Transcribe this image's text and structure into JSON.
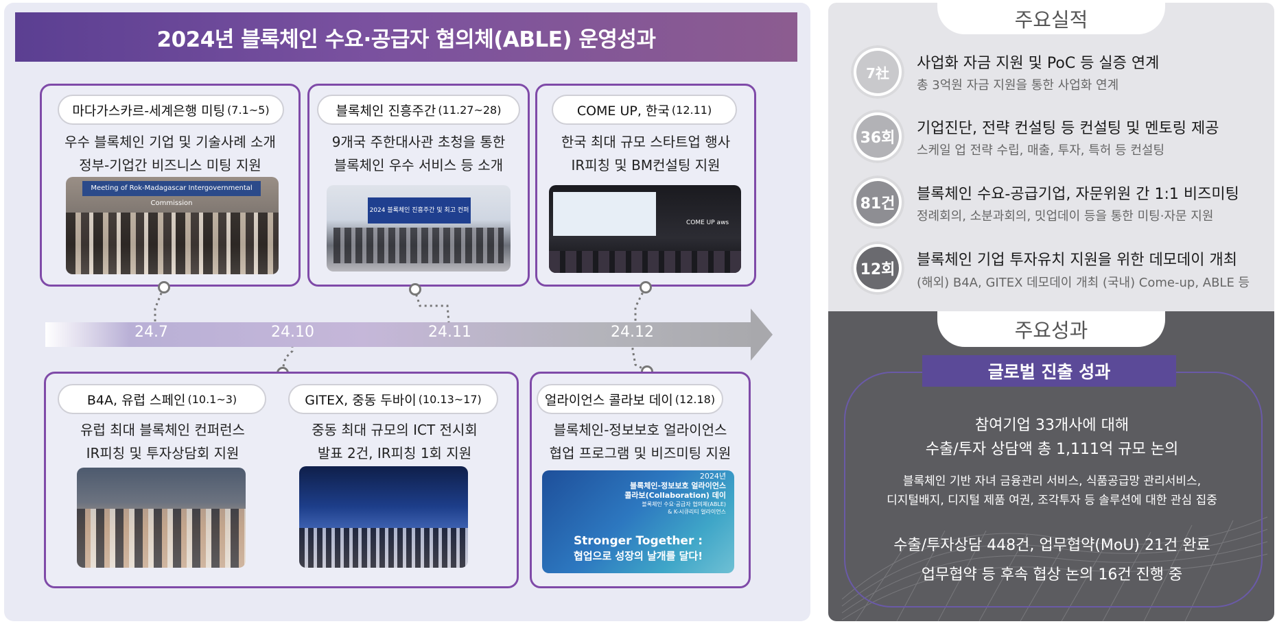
{
  "title": "2024년 블록체인 수요·공급자 협의체(ABLE) 운영성과",
  "timeline": {
    "labels": [
      "24.7",
      "24.10",
      "24.11",
      "24.12"
    ]
  },
  "events_top": [
    {
      "name": "마다가스카르-세계은행 미팅",
      "date": "(7.1~5)",
      "line1": "우수 블록체인 기업 및 기술사례 소개",
      "line2": "정부-기업간 비즈니스 미팅 지원",
      "photo_banner": "Meeting of Rok-Madagascar Intergovernmental Commission"
    },
    {
      "name": "블록체인 진흥주간",
      "date": "(11.27~28)",
      "line1": "9개국 주한대사관 초청을 통한",
      "line2": "블록체인 우수 서비스 등 소개",
      "photo_banner": "2024 블록체인 진흥주간 및 최고 컨퍼런스"
    },
    {
      "name": "COME UP, 한국",
      "date": "(12.11)",
      "line1": "한국 최대 규모 스타트업 행사",
      "line2": "IR피칭 및 BM컨설팅 지원",
      "photo_logos": "COME UP  aws"
    }
  ],
  "events_bottom": [
    {
      "name": "B4A, 유럽 스페인",
      "date": "(10.1~3)",
      "line1": "유럽 최대 블록체인 컨퍼런스",
      "line2": "IR피칭 및 투자상담회 지원"
    },
    {
      "name": "GITEX, 중동 두바이",
      "date": "(10.13~17)",
      "line1": "중동 최대 규모의 ICT 전시회",
      "line2": "발표 2건, IR피칭 1회 지원"
    },
    {
      "name": "얼라이언스 콜라보 데이",
      "date": "(12.18)",
      "line1": "블록체인-정보보호 얼라이언스",
      "line2": "협업 프로그램 및 비즈미팅 지원",
      "poster": {
        "year": "2024년",
        "l1": "블록체인-정보보호 얼라이언스",
        "l2": "콜라보(Collaboration) 데이",
        "l3": "블록체인 수요·공급자 협의체(ABLE)",
        "l4": "& K-시큐리티 얼라이언스",
        "s1": "Stronger Together :",
        "s2": "협업으로 성장의 날개를 달다!"
      }
    }
  ],
  "achievements": {
    "tab": "주요실적",
    "items": [
      {
        "count": "7社",
        "title": "사업화 자금 지원 및 PoC 등 실증 연계",
        "sub": "총 3억원 자금 지원을 통한 사업화 연계",
        "color": "#c9c9cc"
      },
      {
        "count": "36회",
        "title": "기업진단, 전략 컨설팅 등 컨설팅 및 멘토링  제공",
        "sub": "스케일 업 전략 수립, 매출, 투자, 특허 등 컨설팅",
        "color": "#b2b2b6"
      },
      {
        "count": "81건",
        "title": "블록체인 수요-공급기업, 자문위원 간 1:1 비즈미팅",
        "sub": "정례회의, 소분과회의, 밋업데이  등을 통한 미팅·자문 지원",
        "color": "#8e8e93"
      },
      {
        "count": "12회",
        "title": "블록체인 기업 투자유치 지원을 위한 데모데이 개최",
        "sub": "(해외) B4A, GITEX 데모데이 개최 (국내) Come-up, ABLE 등",
        "color": "#6a6a6f"
      }
    ]
  },
  "results": {
    "tab": "주요성과",
    "box_title": "글로벌 진출 성과",
    "line1": "참여기업 33개사에 대해",
    "line2": "수출/투자 상담액 총 1,111억 규모 논의",
    "line3": "블록체인 기반 자녀 금융관리 서비스, 식품공급망 관리서비스,",
    "line4": "디지털배지, 디지털 제품 여권, 조각투자 등 솔루션에 대한 관심 집중",
    "line5": "수출/투자상담 448건, 업무협약(MoU) 21건 완료",
    "line6": "업무협약 등 후속 협상 논의 16건 진행 중"
  },
  "colors": {
    "accent": "#7f4aa8",
    "title_bar": "#6a4a9a",
    "dark_panel": "#5c5c60"
  }
}
